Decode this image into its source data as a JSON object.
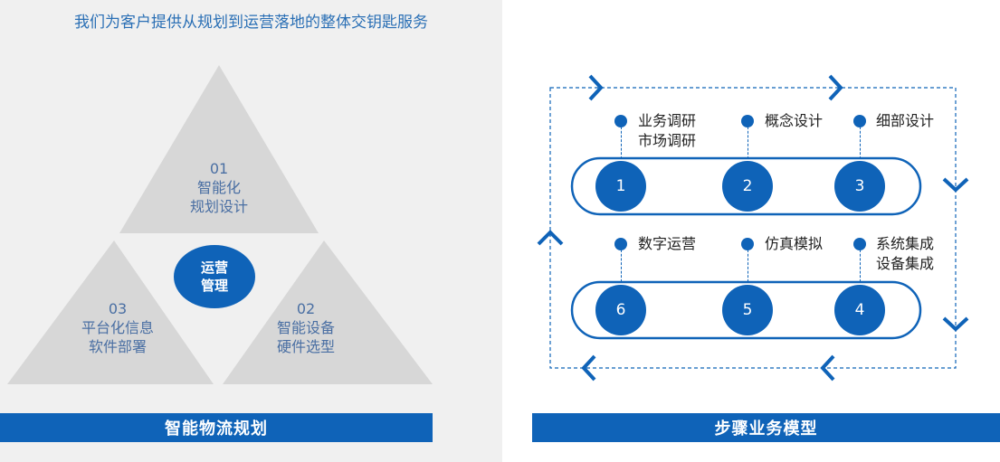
{
  "left": {
    "subtitle": "我们为客户提供从规划到运营落地的整体交钥匙服务",
    "segments": [
      {
        "num": "01",
        "line1": "智能化",
        "line2": "规划设计"
      },
      {
        "num": "02",
        "line1": "智能设备",
        "line2": "硬件选型"
      },
      {
        "num": "03",
        "line1": "平台化信息",
        "line2": "软件部署"
      }
    ],
    "center": {
      "line1": "运营",
      "line2": "管理"
    },
    "banner": "智能物流规划"
  },
  "right": {
    "steps": [
      {
        "num": "1",
        "label1": "业务调研",
        "label2": "市场调研"
      },
      {
        "num": "2",
        "label1": "概念设计",
        "label2": ""
      },
      {
        "num": "3",
        "label1": "细部设计",
        "label2": ""
      },
      {
        "num": "4",
        "label1": "系统集成",
        "label2": "设备集成"
      },
      {
        "num": "5",
        "label1": "仿真模拟",
        "label2": ""
      },
      {
        "num": "6",
        "label1": "数字运营",
        "label2": ""
      }
    ],
    "banner": "步骤业务模型"
  },
  "colors": {
    "accent": "#0f63b8",
    "segment": "#d7d7d7",
    "panel": "#f0f0f0"
  }
}
